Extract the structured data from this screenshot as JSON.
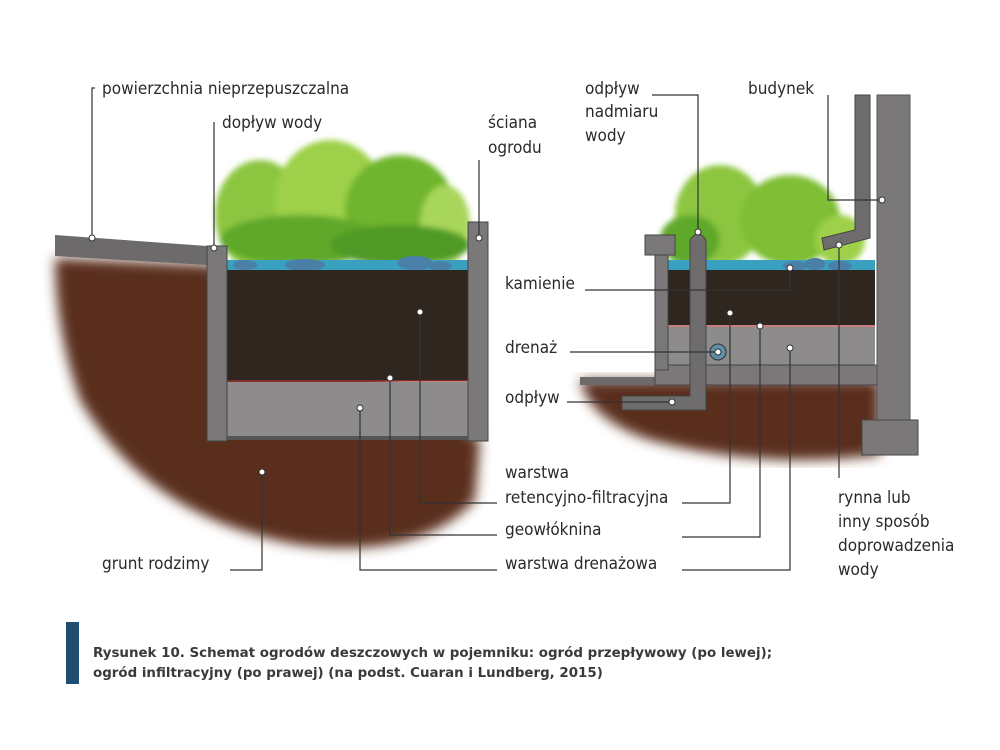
{
  "labels": {
    "impervious_surface": "powierzchnia nieprzepuszczalna",
    "water_inflow": "dopływ wody",
    "garden_wall_1": "ściana",
    "garden_wall_2": "ogrodu",
    "native_soil": "grunt rodzimy",
    "overflow_1": "odpływ",
    "overflow_2": "nadmiaru",
    "overflow_3": "wody",
    "building": "budynek",
    "stones": "kamienie",
    "drainage": "drenaż",
    "outflow": "odpływ",
    "retention_1": "warstwa",
    "retention_2": "retencyjno-filtracyjna",
    "geotextile": "geowłóknina",
    "drainage_layer": "warstwa drenażowa",
    "gutter_1": "rynna lub",
    "gutter_2": "inny sposób",
    "gutter_3": "doprowadzenia",
    "gutter_4": "wody"
  },
  "caption": {
    "line1": "Rysunek 10. Schemat ogrodów deszczowych w pojemniku: ogród przepływowy (po lewej);",
    "line2": "ogród infiltracyjny (po prawej) (na podst. Cuaran i Lundberg, 2015)"
  },
  "colors": {
    "soil": "#5a2e1c",
    "accent": "#1f4e72",
    "plant": "#7cc23a",
    "water": "#3aa0c0"
  }
}
